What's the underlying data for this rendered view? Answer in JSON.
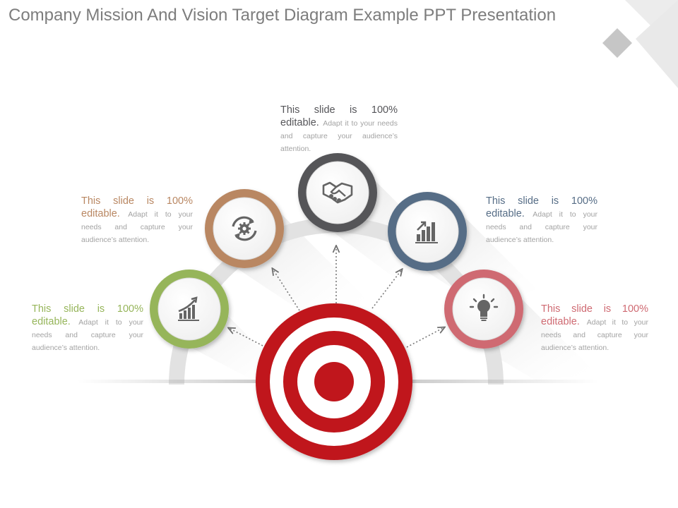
{
  "title": "Company Mission And Vision Target Diagram Example PPT Presentation",
  "colors": {
    "green": "#96b55a",
    "brown": "#b98762",
    "dark": "#555559",
    "slate": "#566d86",
    "pink": "#cf6a72",
    "target_red": "#c0151c",
    "icon_gray": "#656565"
  },
  "items": [
    {
      "id": "growth",
      "icon": "growth-chart-icon",
      "color": "#96b55a",
      "lead": "This slide is 100% editable.",
      "rest": "Adapt it to your needs and capture your audience’s attention."
    },
    {
      "id": "process",
      "icon": "gear-cycle-icon",
      "color": "#b98762",
      "lead": "This slide is 100% editable.",
      "rest": "Adapt it to your needs and capture your audience’s attention."
    },
    {
      "id": "partnership",
      "icon": "handshake-icon",
      "color": "#555559",
      "lead": "This slide is 100% editable.",
      "rest": "Adapt it to your needs and capture your audience’s attention."
    },
    {
      "id": "analytics",
      "icon": "bar-chart-icon",
      "color": "#566d86",
      "lead": "This slide is 100% editable.",
      "rest": "Adapt it to your needs and capture your audience’s attention."
    },
    {
      "id": "idea",
      "icon": "lightbulb-icon",
      "color": "#cf6a72",
      "lead": "This slide is 100% editable.",
      "rest": "Adapt it to your needs and capture your audience’s attention."
    }
  ]
}
